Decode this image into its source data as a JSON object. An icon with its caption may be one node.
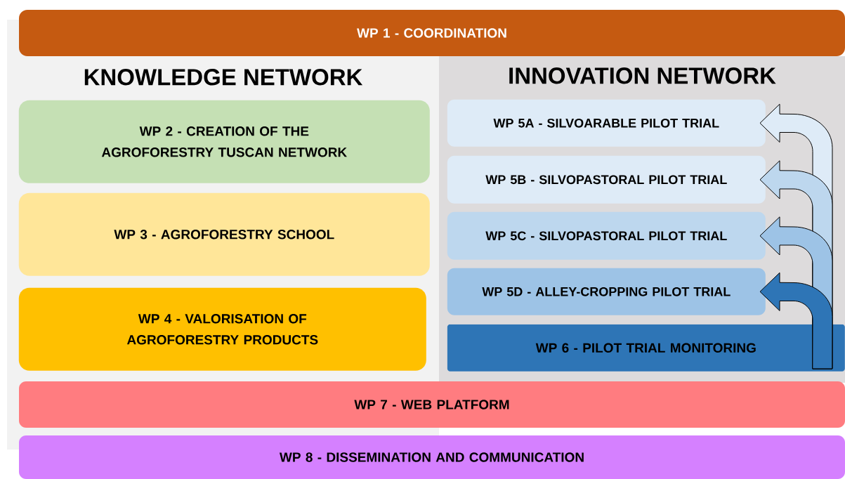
{
  "diagram": {
    "nodes": [
      {
        "text": [
          "WP 1 - COORDINATION"
        ]
      },
      {
        "text": [
          "KNOWLEDGE NETWORK"
        ]
      },
      {
        "text": [
          "WP 2 - CREATION OF THE AGROFORESTRY TUSCAN NETWORK"
        ],
        "in": 1
      },
      {
        "text": [
          "WP 3 - AGROFORESTRY SCHOOL"
        ],
        "in": 1
      },
      {
        "text": [
          "WP 4 - VALORISATION OF AGROFORESTRY PRODUCTS"
        ],
        "in": 1
      },
      {
        "text": [
          "INNOVATION NETWORK"
        ]
      },
      {
        "text": [
          "WP 5A  - SILVOARABLE PILOT TRIAL"
        ],
        "in": 5
      },
      {
        "text": [
          "WP 5B - SILVOPASTORAL PILOT TRIAL"
        ],
        "in": 5
      },
      {
        "text": [
          "WP 5C - SILVOPASTORAL PILOT TRIAL"
        ],
        "in": 5
      },
      {
        "text": [
          "WP 5D - ALLEY-CROPPING PILOT TRIAL"
        ],
        "in": 5
      },
      {
        "text": [
          "WP 6 - PILOT TRIAL MONITORING"
        ],
        "in": 5
      },
      {
        "text": [
          "WP 7 - WEB PLATFORM"
        ]
      },
      {
        "text": [
          "WP 8 - DISSEMINATION AND COMMUNICATION"
        ]
      }
    ],
    "edges": [
      {
        "from": 10,
        "to": 6,
        "arrow": "to",
        "style": "thick",
        "color": "#deebf7"
      },
      {
        "from": 10,
        "to": 7,
        "arrow": "to",
        "style": "thick",
        "color": "#bdd7ee"
      },
      {
        "from": 10,
        "to": 8,
        "arrow": "to",
        "style": "thick",
        "color": "#9dc3e6"
      },
      {
        "from": 10,
        "to": 9,
        "arrow": "to",
        "style": "thick",
        "color": "#2e75b6"
      }
    ]
  }
}
